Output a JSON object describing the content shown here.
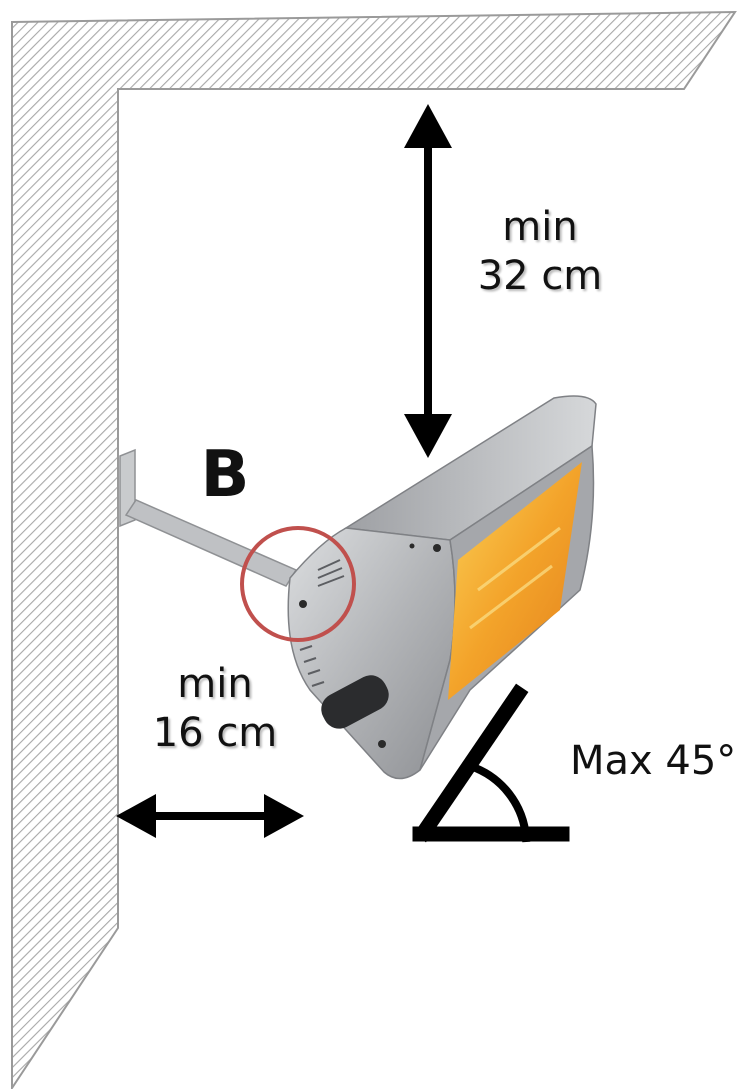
{
  "labels": {
    "bracket": "B",
    "ceiling_min": "min",
    "ceiling_distance": "32 cm",
    "wall_min": "min",
    "wall_distance": "16 cm",
    "max_tilt": "Max 45°"
  },
  "colors": {
    "wall_hatch": "#a8a8a8",
    "wall_outline": "#9a9a9a",
    "arrow": "#000000",
    "heater_body": "#b4b6b9",
    "heater_panel": "#f2a42a",
    "highlight_circle": "#c0504d"
  },
  "icons": {
    "angle": "angle-symbol-icon",
    "vertical_arrow": "double-arrow-vertical-icon",
    "horizontal_arrow": "double-arrow-horizontal-icon"
  }
}
